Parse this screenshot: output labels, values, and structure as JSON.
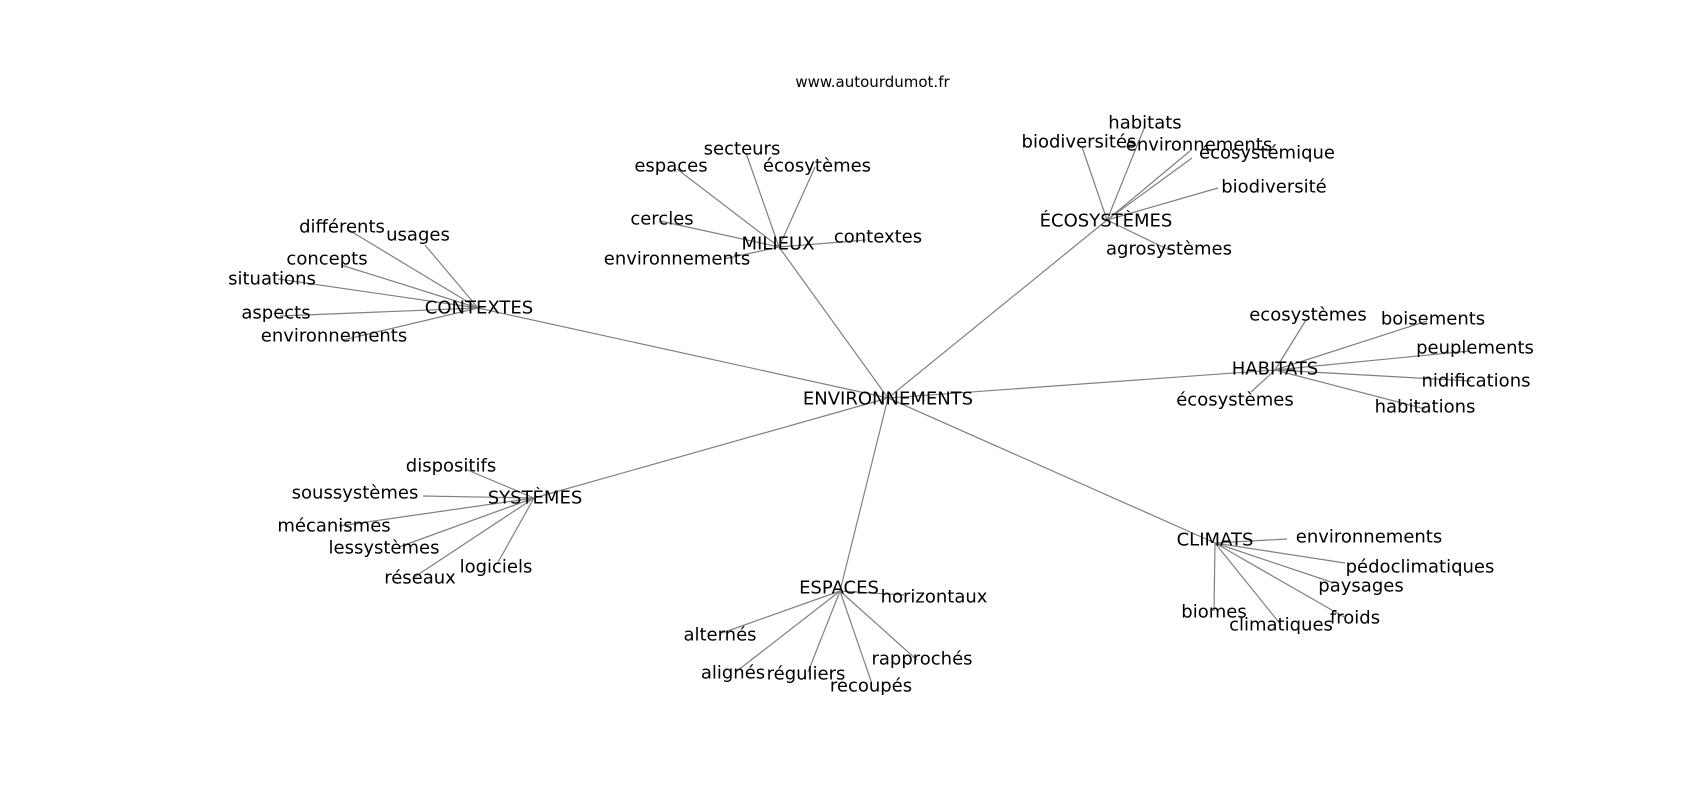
{
  "source": "www.autourdumot.fr",
  "graph": {
    "center": "ENVIRONNEMENTS",
    "branches": [
      {
        "label": "CONTEXTES",
        "children": [
          "différents",
          "usages",
          "concepts",
          "situations",
          "aspects",
          "environnements"
        ]
      },
      {
        "label": "MILIEUX",
        "children": [
          "secteurs",
          "espaces",
          "écosytèmes",
          "cercles",
          "contextes",
          "environnements"
        ]
      },
      {
        "label": "ÉCOSYSTÈMES",
        "children": [
          "habitats",
          "biodiversités",
          "environnements",
          "écosystémique",
          "biodiversité",
          "agrosystèmes"
        ]
      },
      {
        "label": "HABITATS",
        "children": [
          "ecosystèmes",
          "boisements",
          "peuplements",
          "nidifications",
          "habitations",
          "écosystèmes"
        ]
      },
      {
        "label": "CLIMATS",
        "children": [
          "environnements",
          "pédoclimatiques",
          "paysages",
          "froids",
          "climatiques",
          "biomes"
        ]
      },
      {
        "label": "ESPACES",
        "children": [
          "horizontaux",
          "alternés",
          "rapprochés",
          "alignés",
          "réguliers",
          "recoupés"
        ]
      },
      {
        "label": "SYSTÈMES",
        "children": [
          "dispositifs",
          "soussystèmes",
          "mécanismes",
          "lessystèmes",
          "logiciels",
          "réseaux"
        ]
      }
    ]
  }
}
